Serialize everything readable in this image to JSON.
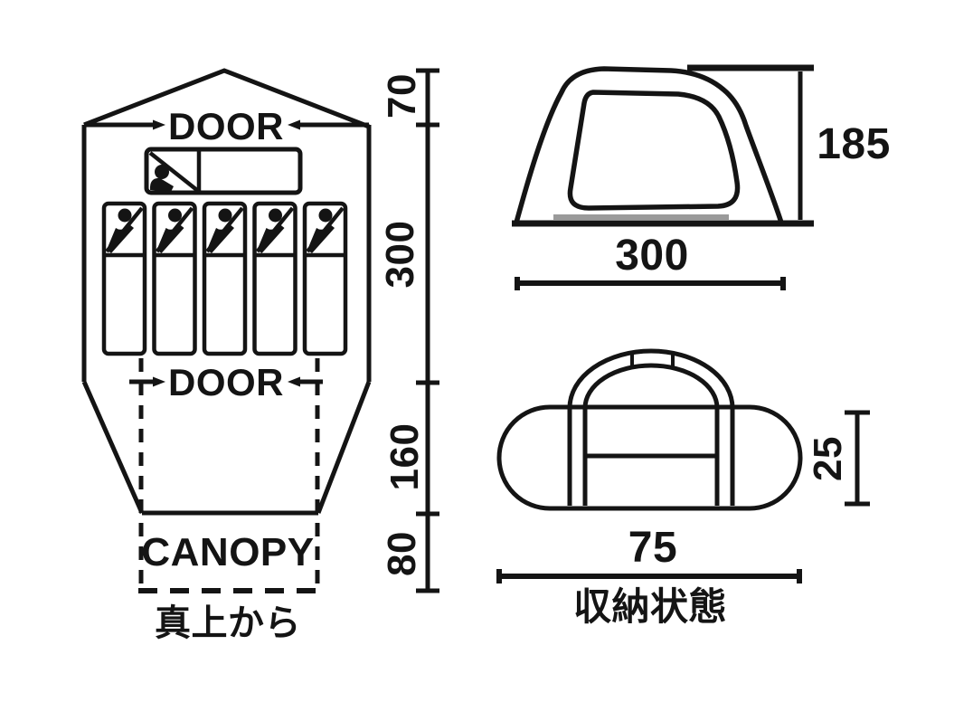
{
  "colors": {
    "ink": "#141414",
    "shadow": "#9a9a9a",
    "background": "#ffffff"
  },
  "floor_plan": {
    "door_top_label": "DOOR",
    "door_bottom_label": "DOOR",
    "canopy_label": "CANOPY",
    "caption": "真上から",
    "sleeping_bag_count": 5,
    "dims": {
      "roof_depth": "70",
      "inner_depth": "300",
      "porch_depth": "160",
      "canopy_depth": "80"
    }
  },
  "side_view": {
    "dims": {
      "height": "185",
      "width": "300"
    }
  },
  "packed_view": {
    "caption": "収納状態",
    "dims": {
      "height": "25",
      "length": "75"
    }
  }
}
